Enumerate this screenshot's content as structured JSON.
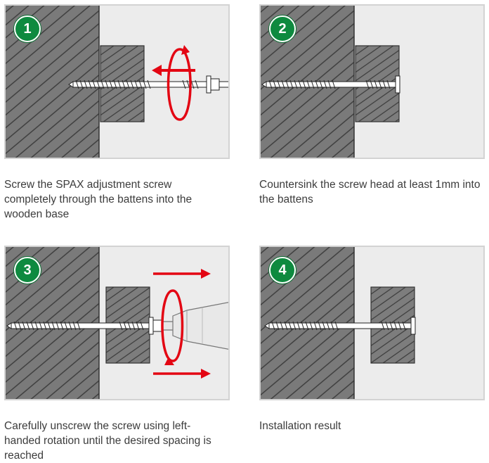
{
  "steps": [
    {
      "number": "1",
      "caption": "Screw the SPAX adjustment screw completely through the battens into the wooden base"
    },
    {
      "number": "2",
      "caption": "Countersink the screw head at least 1mm into the battens"
    },
    {
      "number": "3",
      "caption": "Carefully unscrew the screw using left-handed rotation until the desired spacing is reached"
    },
    {
      "number": "4",
      "caption": "Installation result"
    }
  ],
  "colors": {
    "wood": "#6e6e6e",
    "wood_grain": "#3a3a3a",
    "background": "#ececec",
    "badge": "#0e8a3f",
    "arrow": "#e30613",
    "screw": "#ffffff"
  }
}
